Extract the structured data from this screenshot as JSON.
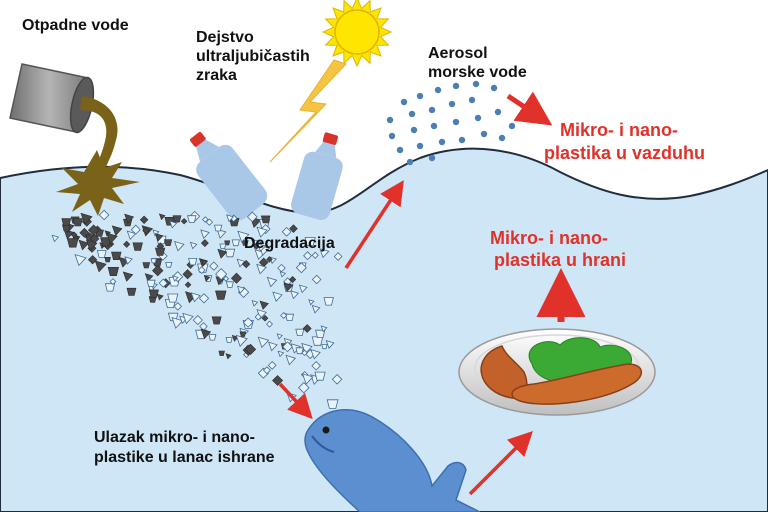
{
  "labels": {
    "wastewater": "Otpadne vode",
    "uv_line1": "Dejstvo",
    "uv_line2": "ultraljubičastih",
    "uv_line3": "zraka",
    "aerosol_line1": "Aerosol",
    "aerosol_line2": "morske vode",
    "air_line1": "Mikro- i nano-",
    "air_line2": "plastika u vazduhu",
    "degradation": "Degradacija",
    "food_line1": "Mikro- i nano-",
    "food_line2": "plastika u hrani",
    "foodchain_line1": "Ulazak mikro- i nano-",
    "foodchain_line2": "plastike u lanac ishrane"
  },
  "colors": {
    "water": "#cfe6f7",
    "water_line": "#1f2d3d",
    "sun": "#ffe600",
    "lightning": "#f5c542",
    "pipe": "#8f8f8f",
    "sludge": "#7a6218",
    "bottle": "#a9c8e8",
    "bottle_cap": "#d9342b",
    "fish": "#5b8fd0",
    "aerosol_dot": "#4a7fb5",
    "arrow": "#e0322a",
    "text_dark": "#111111",
    "text_red": "#e0322a"
  },
  "icons": [
    "pipe-icon",
    "sun-icon",
    "lightning-icon",
    "bottle-icon",
    "fish-icon",
    "plate-icon"
  ]
}
